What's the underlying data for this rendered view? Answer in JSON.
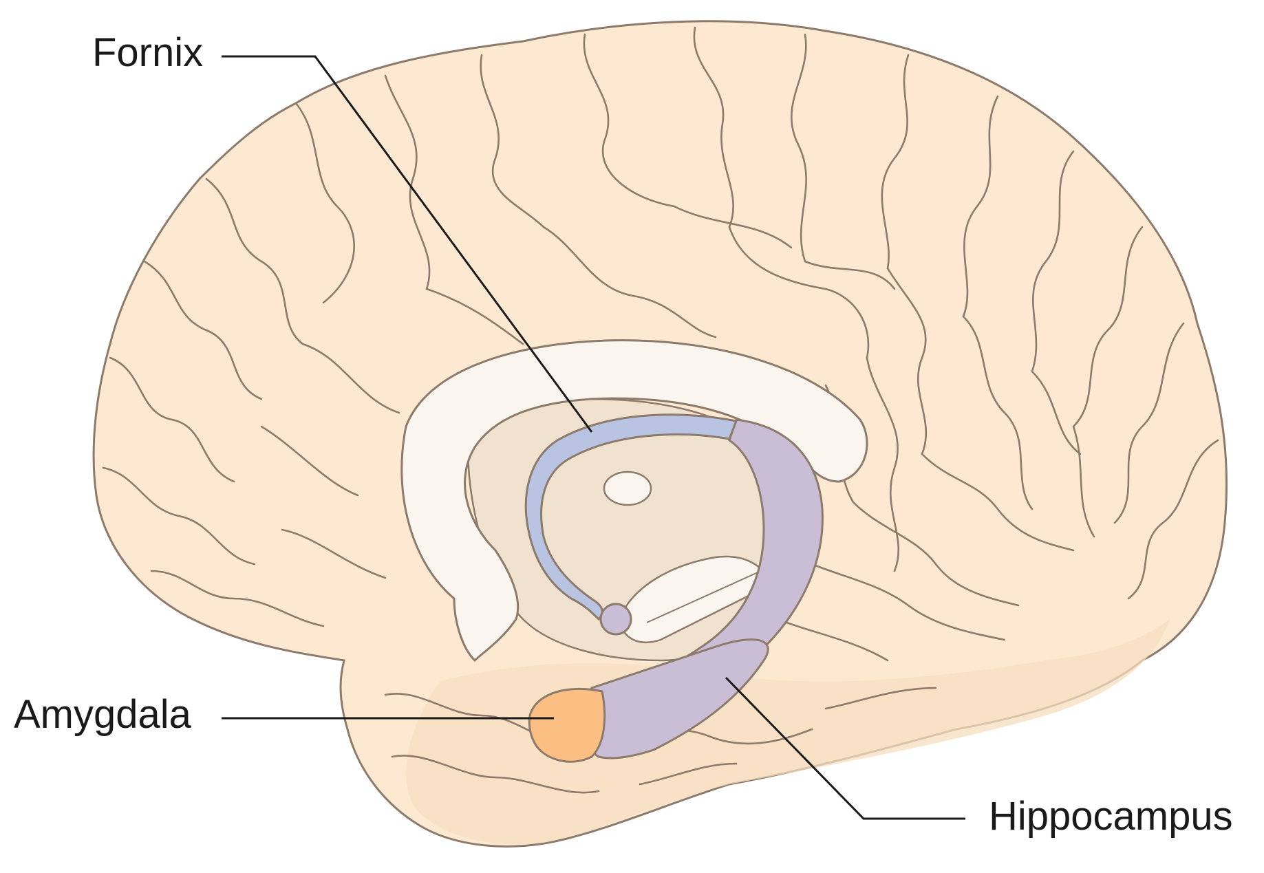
{
  "labels": {
    "fornix": "Fornix",
    "amygdala": "Amygdala",
    "hippocampus": "Hippocampus"
  },
  "colors": {
    "cortex": "#fde9d2",
    "cortex_shadow": "#f6ddbf",
    "outline": "#8c7a6b",
    "corpus_callosum": "#faf6ef",
    "thalamus_region": "#f0e2cf",
    "fornix": "#b9c3e2",
    "hippocampus": "#cabdd6",
    "amygdala": "#fbbf84",
    "leader_line": "#1a1a1a"
  }
}
